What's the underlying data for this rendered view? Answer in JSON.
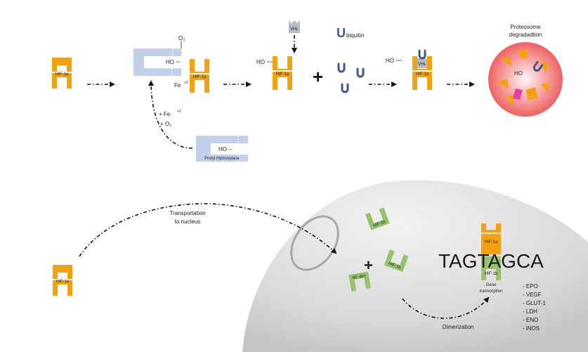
{
  "labels": {
    "hif1a": "HIF-1a",
    "hif1b": "HIF-1b",
    "vhl": "VHL",
    "ho": "HO",
    "ho_dash": "HO --",
    "o2": "O₂",
    "fe2": "Fe",
    "fe_sup": "+2",
    "plus_fe": "+ Fe",
    "plus_o2": "+ O₂",
    "plus_sign": "+",
    "ubiquitin_rest": "biquitin",
    "ubiquitin_u": "U",
    "proteosome": "Proteosome",
    "degradation": "degradadtion",
    "prolyl": "Prolyl Hydroxylase",
    "transportation": "Transportation",
    "to_nucleus": "to nucleus",
    "dna": "TAGTAGCA",
    "gene": "Gene",
    "transcription": "transcription",
    "dimerization": "Dimerization"
  },
  "genes": [
    "- EPO",
    "- VEGF",
    "- GLUT-1",
    "- LDH",
    "- ENO",
    "- iNOS"
  ],
  "colors": {
    "hif1a": "#f2a20f",
    "hif1b": "#96c26a",
    "enzyme": "#c2d1ea",
    "ubiquitin": "#3c5a8c",
    "proteasome": "#f26a6a",
    "vhl": "#b8bcc4"
  }
}
